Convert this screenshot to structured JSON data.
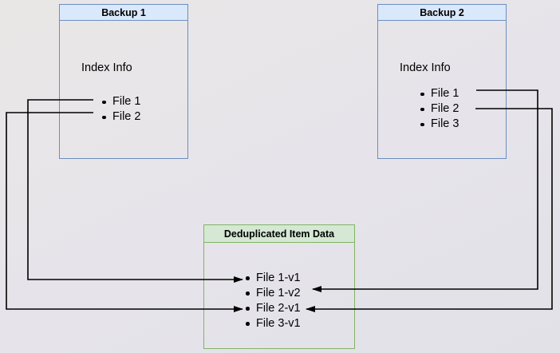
{
  "diagram": {
    "background_color": "#e6e4e9",
    "connector_color": "#000000",
    "backup1": {
      "title": "Backup 1",
      "subtitle": "Index Info",
      "items": [
        "File 1",
        "File 2"
      ],
      "fill": "#dae8fc",
      "stroke": "#6c8ebf"
    },
    "backup2": {
      "title": "Backup 2",
      "subtitle": "Index Info",
      "items": [
        "File 1",
        "File 2",
        "File 3"
      ],
      "fill": "#dae8fc",
      "stroke": "#6c8ebf"
    },
    "dedup": {
      "title": "Deduplicated Item Data",
      "items": [
        "File 1-v1",
        "File 1-v2",
        "File 2-v1",
        "File 3-v1"
      ],
      "fill": "#d5e8d4",
      "stroke": "#82b366"
    },
    "connections": [
      {
        "from": "Backup 1 / File 1",
        "to": "File 1-v1"
      },
      {
        "from": "Backup 1 / File 2",
        "to": "File 2-v1"
      },
      {
        "from": "Backup 2 / File 1",
        "to": "File 1-v2"
      },
      {
        "from": "Backup 2 / File 2",
        "to": "File 2-v1"
      }
    ]
  }
}
